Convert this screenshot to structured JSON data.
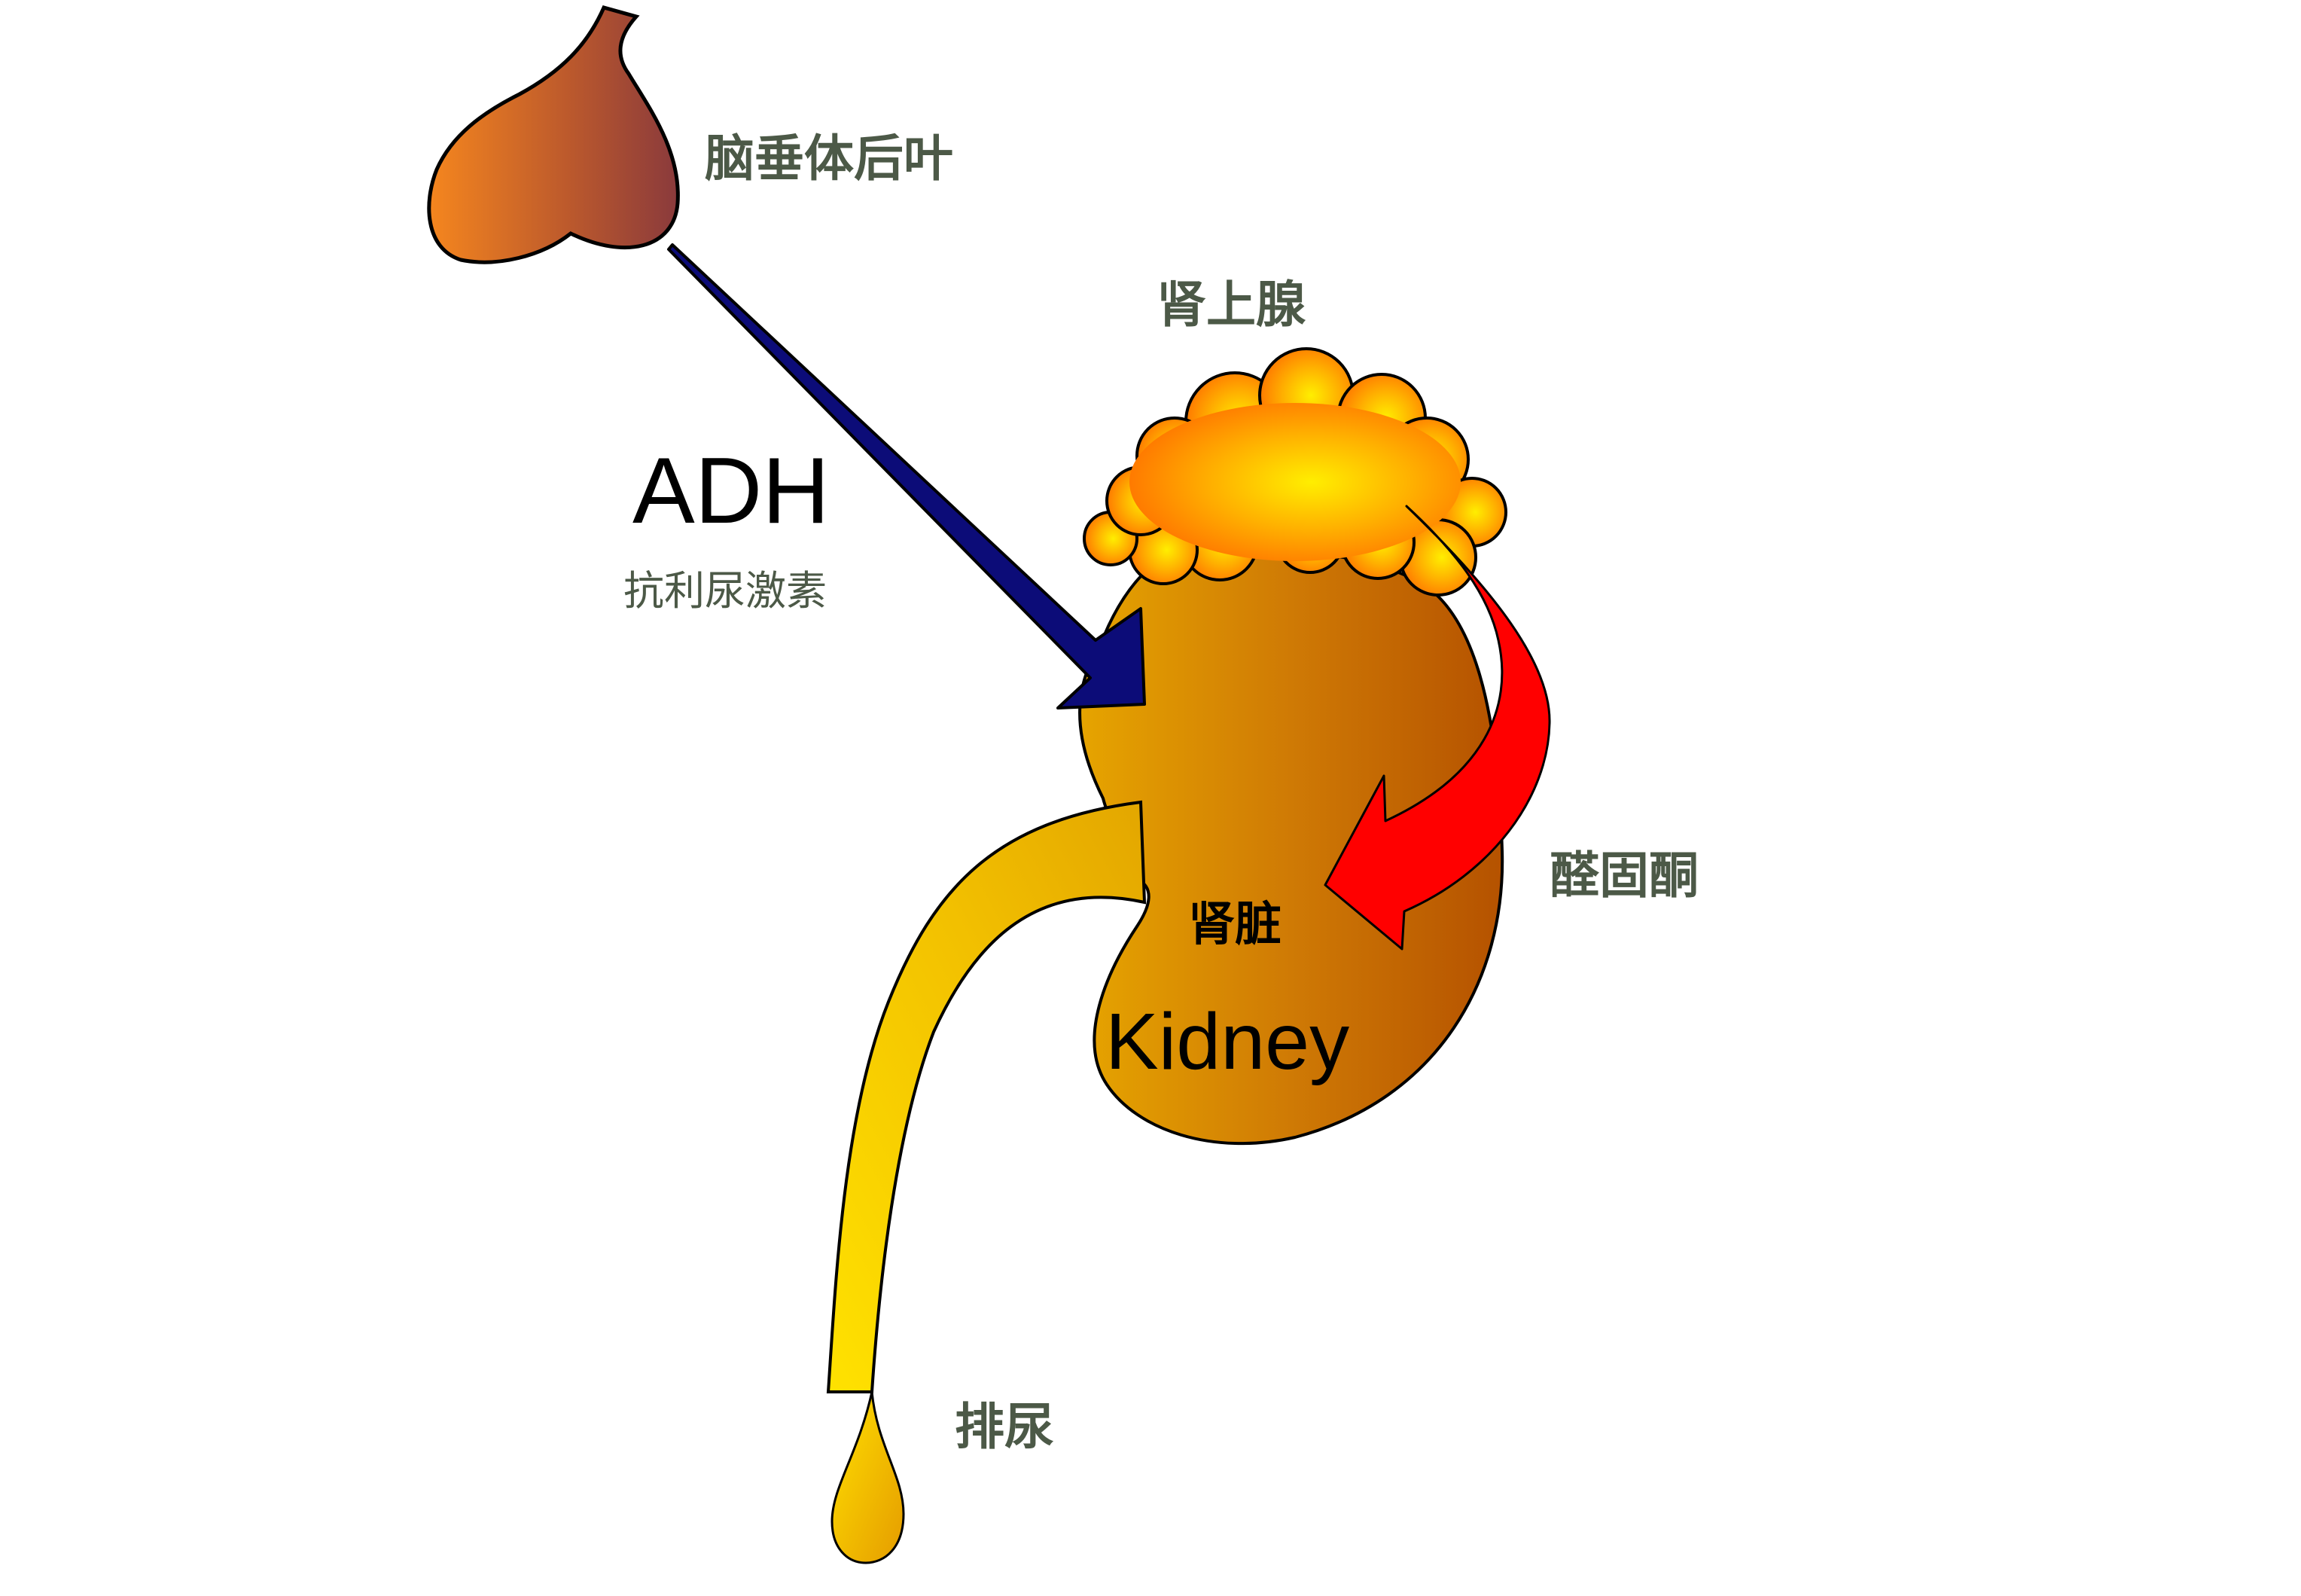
{
  "labels": {
    "pituitary": "脑垂体后叶",
    "adrenal": "肾上腺",
    "adh": "ADH",
    "adh_cn": "抗利尿激素",
    "aldosterone": "醛固酮",
    "kidney_cn": "肾脏",
    "kidney_en": "Kidney",
    "urination": "排尿"
  },
  "colors": {
    "adh_arrow": "#0c0c78",
    "aldosterone_arrow": "#ff0000",
    "kidney_light": "#e0a000",
    "kidney_dark": "#b85500",
    "pituitary_light": "#f28020",
    "pituitary_dark": "#8c3a3a",
    "adrenal_center": "#ffea00",
    "adrenal_edge": "#ff8000",
    "ureter_light": "#ffe000",
    "ureter_dark": "#e0a000",
    "label_text": "#4c5947"
  }
}
